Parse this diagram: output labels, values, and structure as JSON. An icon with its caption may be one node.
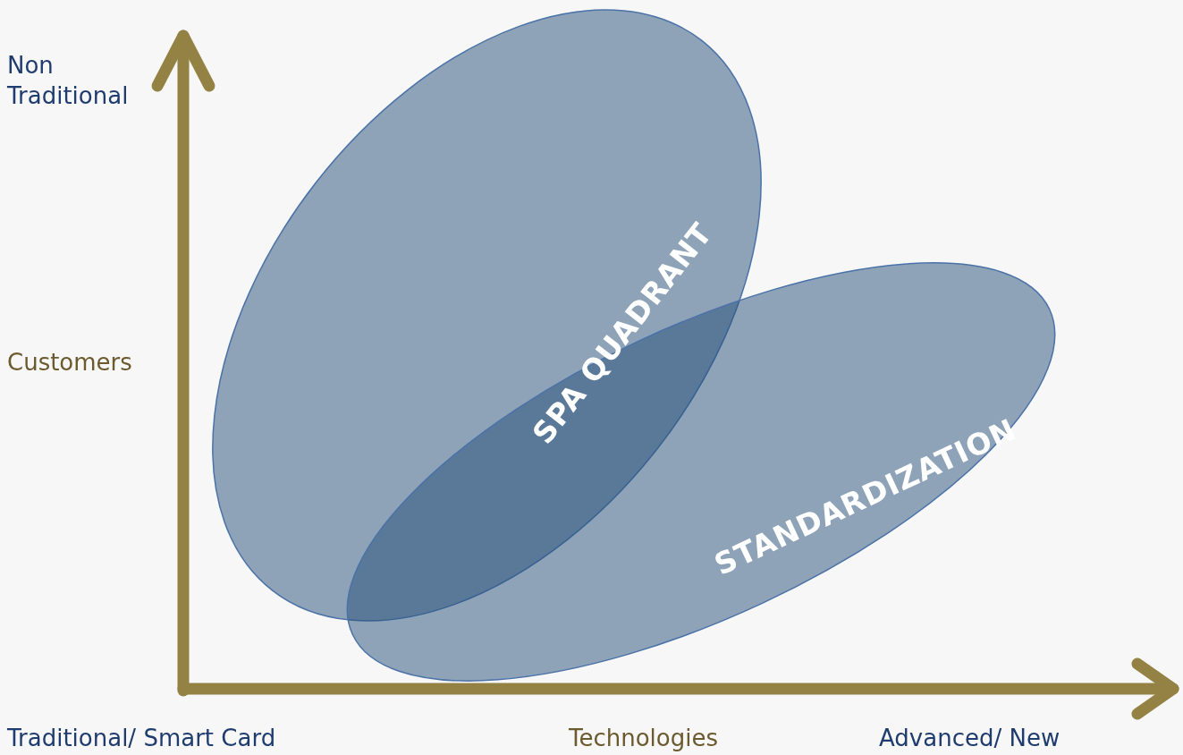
{
  "diagram": {
    "nodes": [
      {
        "text": [
          "SPA QUADRANT"
        ]
      },
      {
        "text": [
          "STANDARDIZATION"
        ]
      }
    ],
    "labels": [
      "Non Traditional",
      "Customers",
      "Traditional/ Smart Card",
      "Technologies",
      "Advanced/ New"
    ]
  }
}
